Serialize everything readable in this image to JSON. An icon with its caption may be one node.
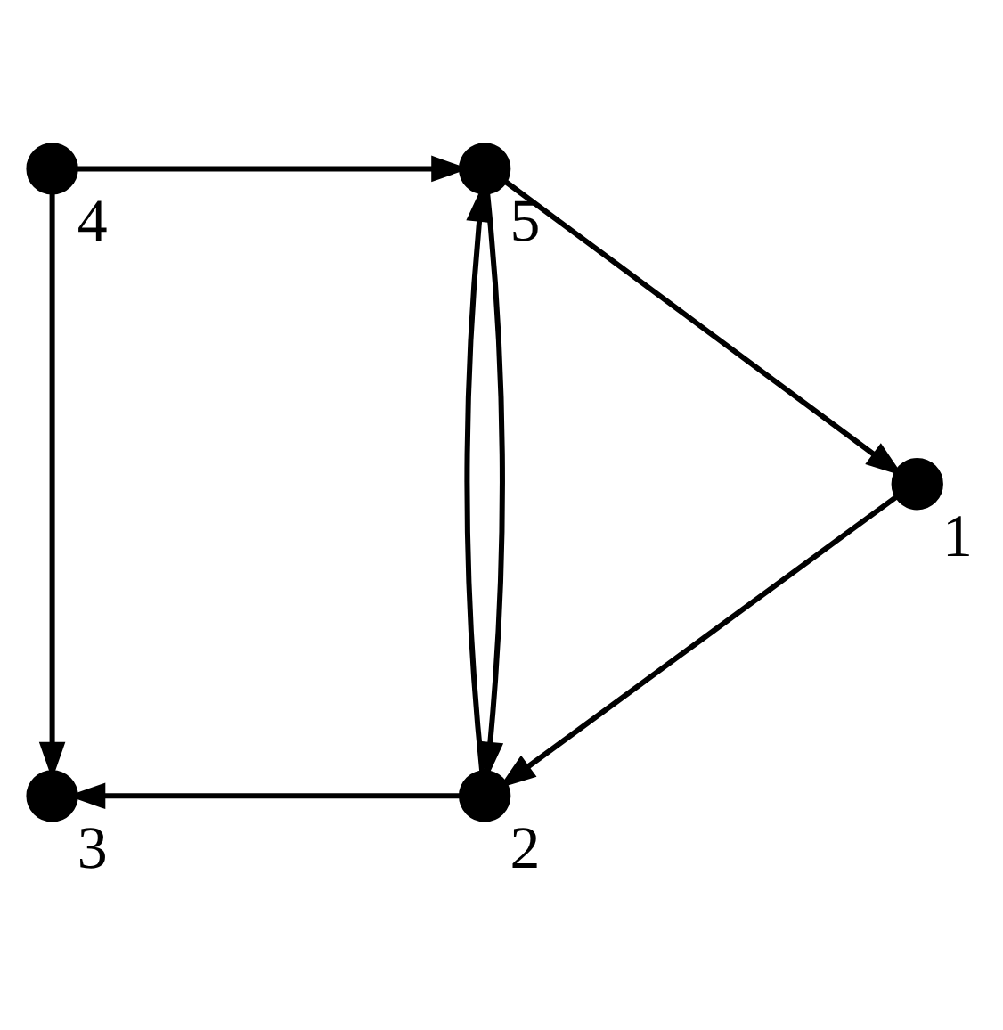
{
  "diagram": {
    "nodes": [
      {
        "text": [],
        "shape": "circle",
        "beside": [
          "1"
        ]
      },
      {
        "text": [],
        "shape": "circle",
        "beside": [
          "2"
        ]
      },
      {
        "text": [],
        "shape": "circle",
        "beside": [
          "3"
        ]
      },
      {
        "text": [],
        "shape": "circle",
        "beside": [
          "4"
        ]
      },
      {
        "text": [],
        "shape": "circle",
        "beside": [
          "5"
        ]
      }
    ],
    "edges": [
      {
        "from": 3,
        "to": 4,
        "arrow": "to"
      },
      {
        "from": 3,
        "to": 2,
        "arrow": "to"
      },
      {
        "from": 4,
        "to": 0,
        "arrow": "to"
      },
      {
        "from": 0,
        "to": 1,
        "arrow": "to"
      },
      {
        "from": 1,
        "to": 2,
        "arrow": "to"
      },
      {
        "from": 1,
        "to": 4,
        "arrow": "to"
      },
      {
        "from": 4,
        "to": 1,
        "arrow": "to"
      }
    ]
  }
}
